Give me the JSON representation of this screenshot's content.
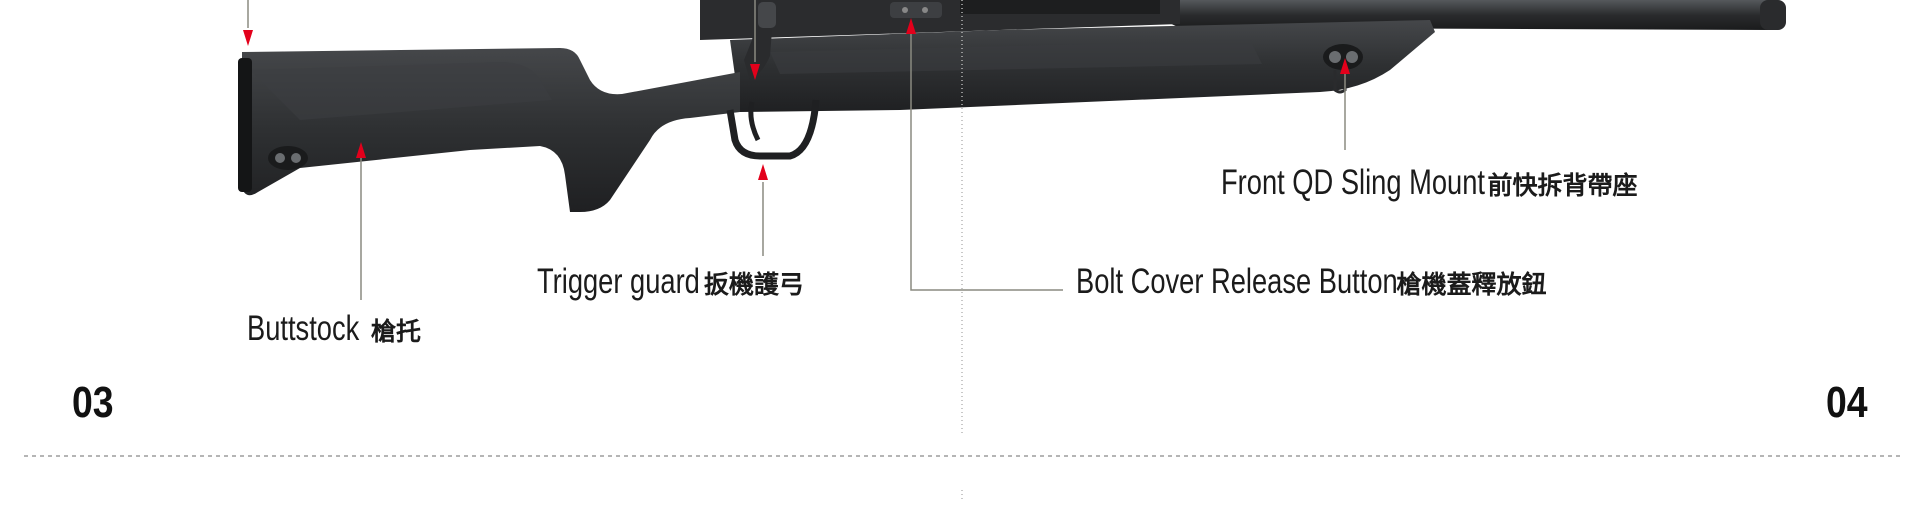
{
  "callouts": [
    {
      "id": "buttstock",
      "en": "Buttstock",
      "zh": "槍托"
    },
    {
      "id": "trigger-guard",
      "en": "Trigger guard",
      "zh": "扳機護弓"
    },
    {
      "id": "bolt-cover-release",
      "en": "Bolt Cover Release Button",
      "zh": "槍機蓋釋放鈕"
    },
    {
      "id": "front-qd-sling-mount",
      "en": "Front QD Sling Mount",
      "zh": "前快拆背帶座"
    }
  ],
  "page_numbers": {
    "left": "03",
    "right": "04"
  },
  "colors": {
    "arrow": "#e3001b",
    "leader": "#8a8a80",
    "rifle": "#2b2c2e",
    "divider": "#b5b5b5"
  }
}
